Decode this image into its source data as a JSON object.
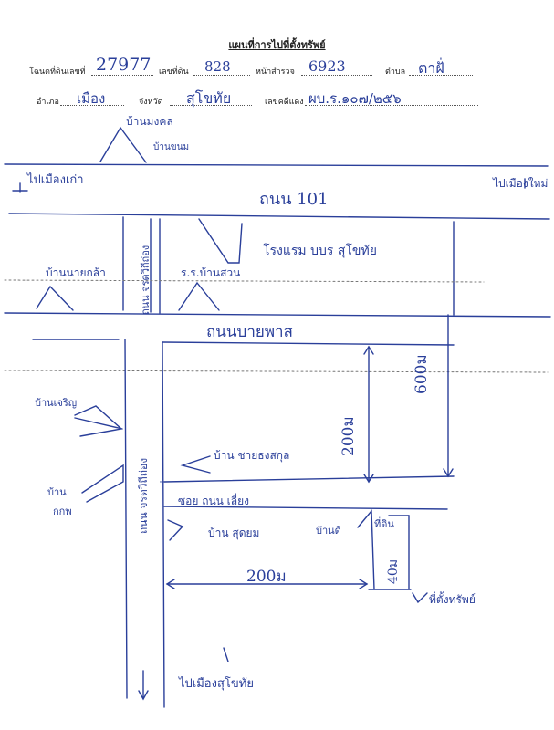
{
  "document": {
    "title": "แผนที่การไปที่ตั้งทรัพย์",
    "fields": {
      "deed_no_label": "โฉนดที่ดินเลขที่",
      "deed_no_value": "27977",
      "land_no_label": "เลขที่ดิน",
      "land_no_value": "828",
      "survey_page_label": "หน้าสำรวจ",
      "survey_page_value": "6923",
      "subdistrict_label": "ตำบล",
      "subdistrict_value": "ตาฝั่",
      "district_label": "อำเภอ",
      "district_value": "เมือง",
      "province_label": "จังหวัด",
      "province_value": "สุโขทัย",
      "red_case_label": "เลขคดีแดง",
      "red_case_value": "ผบ.ร.๑๐๗/๒๕๖"
    }
  },
  "map_labels": {
    "house_top": "บ้านมงคล",
    "house_top_sub": "บ้านขนม",
    "to_old_city": "ไปเมืองเก่า",
    "to_city": "ไปเมืองใหม่",
    "road_101": "ถนน 101",
    "resort": "โรงแรม บบร สุโขทัย",
    "house_left": "บ้านนายกล้า",
    "house_mid": "ร.ร.บ้านสวน",
    "road_vertical_upper": "ถนน จรดวิถีถ่อง",
    "road_bypass": "ถนนบายพาส",
    "dim_right": "600ม",
    "dim_inner": "200ม",
    "house_w1": "บ้านเจริญ",
    "road_vertical_lower": "ถนน จรดวิถีถ่อง",
    "house_chai": "บ้าน ชายธงสกุล",
    "house_w2_a": "บ้าน",
    "house_w2_b": "กกพ",
    "soi": "ซอย ถนน เลี่ยง",
    "house_s": "บ้าน สุดยม",
    "house_e": "บ้านดี",
    "vacant": "ที่ดิน",
    "dim_bottom": "200ม",
    "dim_lot": "40ม",
    "target": "ที่ตั้งทรัพย์",
    "to_south": "ไปเมืองสุโขทัย"
  }
}
